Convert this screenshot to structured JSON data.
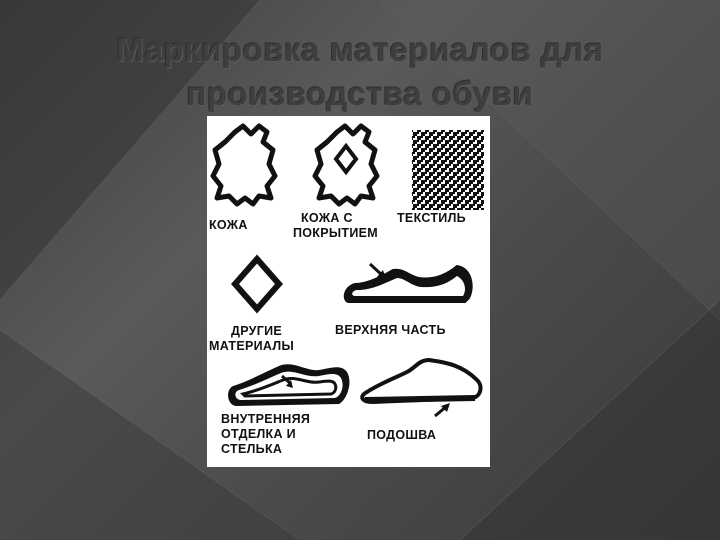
{
  "slide": {
    "title_line1": "Маркировка материалов для",
    "title_line2": "производства обуви",
    "title_color": "#3e3e3e",
    "background_color": "#4a4a4a"
  },
  "symbols": [
    {
      "icon": "leather-hide-icon",
      "label_line1": "КОЖА",
      "label_line2": ""
    },
    {
      "icon": "coated-leather-icon",
      "label_line1": "КОЖА С",
      "label_line2": "ПОКРЫТИЕМ"
    },
    {
      "icon": "textile-weave-icon",
      "label_line1": "ТЕКСТИЛЬ",
      "label_line2": ""
    },
    {
      "icon": "diamond-icon",
      "label_line1": "ДРУГИЕ",
      "label_line2": "МАТЕРИАЛЫ"
    },
    {
      "icon": "shoe-upper-icon",
      "label_line1": "ВЕРХНЯЯ ЧАСТЬ",
      "label_line2": ""
    },
    {
      "icon": "shoe-lining-icon",
      "label_line1": "ВНУТРЕННЯЯ",
      "label_line2": "ОТДЕЛКА И",
      "label_line3": "СТЕЛЬКА"
    },
    {
      "icon": "shoe-sole-icon",
      "label_line1": "ПОДОШВА",
      "label_line2": ""
    }
  ]
}
